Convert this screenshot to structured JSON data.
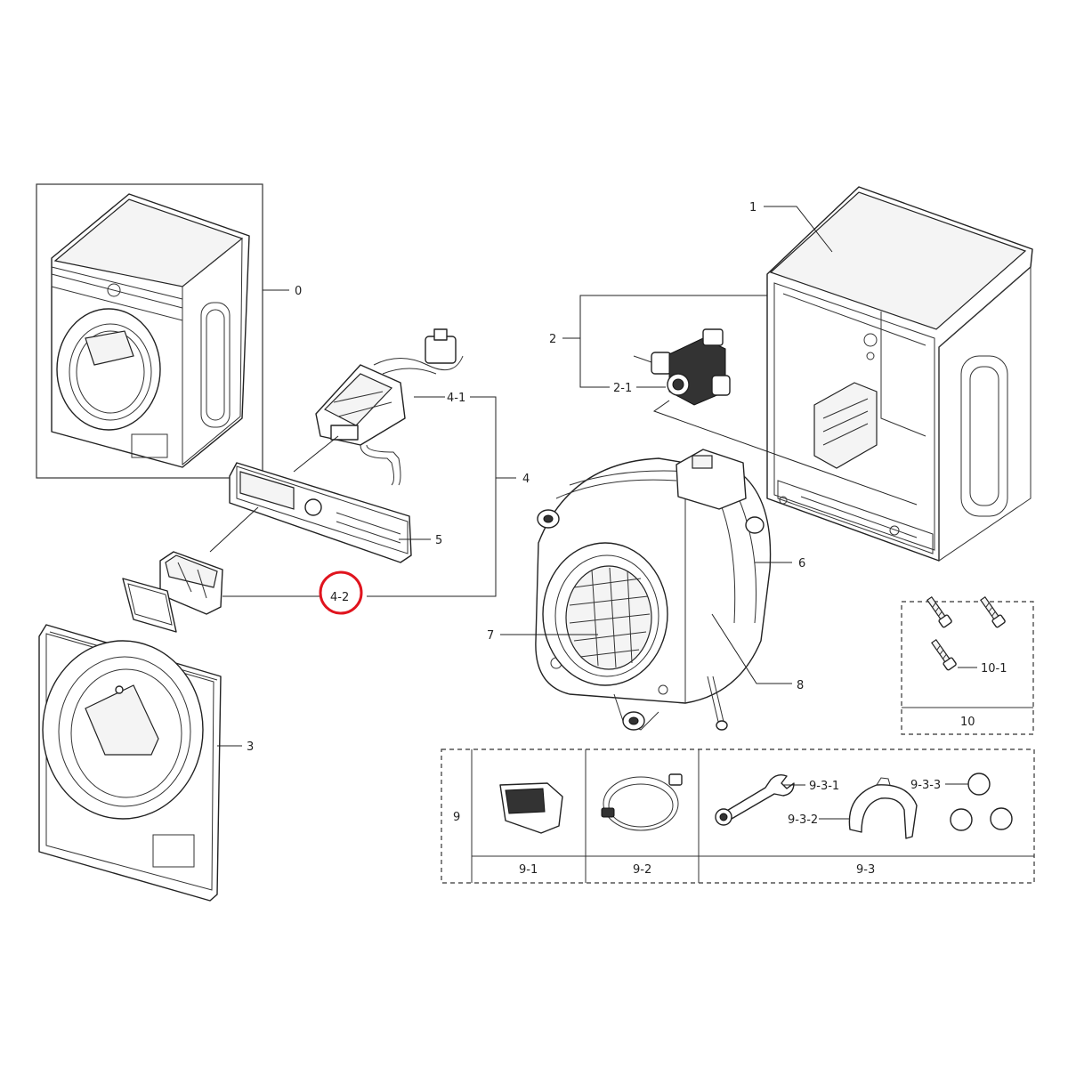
{
  "labels": {
    "p0": "0",
    "p1": "1",
    "p2": "2",
    "p2_1": "2-1",
    "p3": "3",
    "p4": "4",
    "p4_1": "4-1",
    "p4_2": "4-2",
    "p5": "5",
    "p6": "6",
    "p7": "7",
    "p8": "8",
    "p9": "9",
    "p9_1": "9-1",
    "p9_2": "9-2",
    "p9_3": "9-3",
    "p9_3_1": "9-3-1",
    "p9_3_2": "9-3-2",
    "p9_3_3": "9-3-3",
    "p10": "10",
    "p10_1": "10-1"
  },
  "highlight": {
    "label": "4-2",
    "color": "#e0141e"
  }
}
